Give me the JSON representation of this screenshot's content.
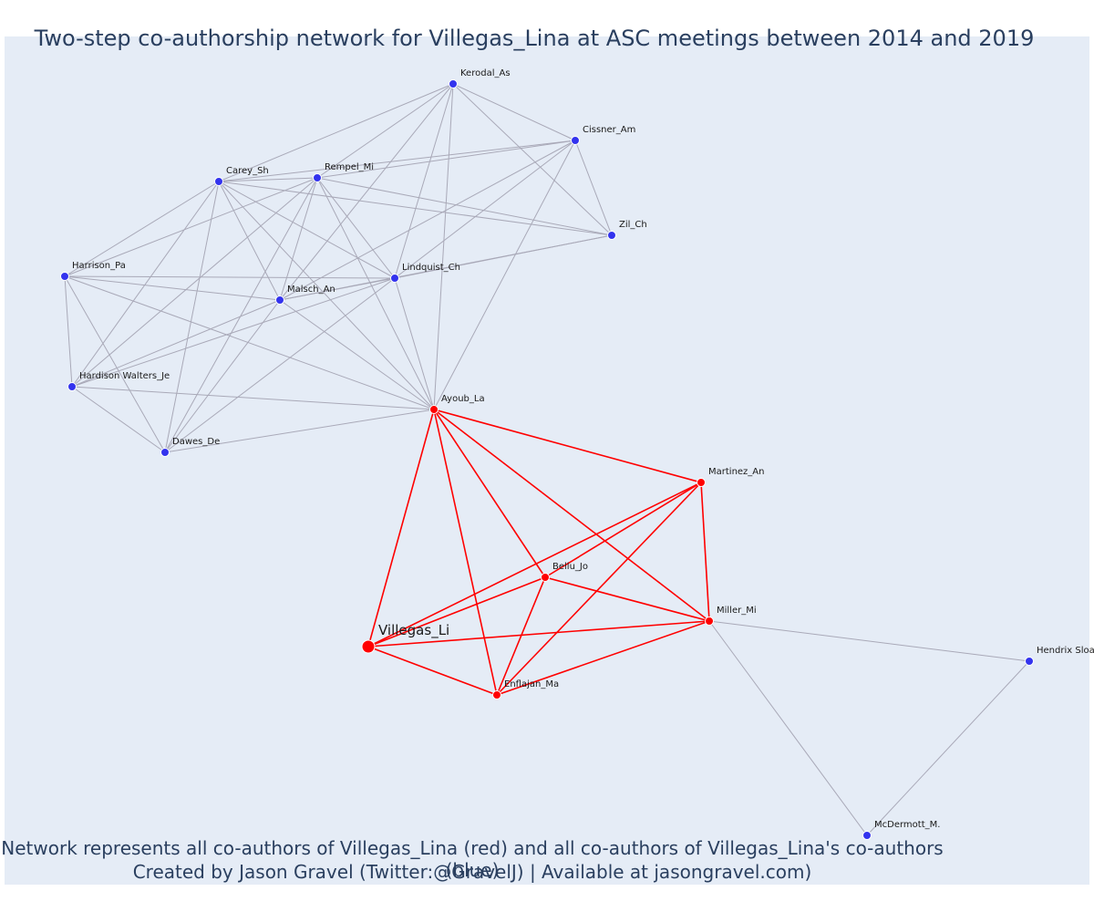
{
  "title": "Two-step co-authorship network for Villegas_Lina at ASC meetings between 2014 and 2019",
  "caption": {
    "line1": "Network represents all co-authors of Villegas_Lina (red) and all co-authors of Villegas_Lina's co-authors (blue)",
    "line2": "Created by Jason Gravel (Twitter:@GravelJ) | Available at jasongravel.com)"
  },
  "colors": {
    "background": "#e5ecf6",
    "red": "#ff0000",
    "blue": "#3333ee",
    "grey_edge": "#a9a9b8",
    "text": "#2a3f5f"
  },
  "nodes": [
    {
      "id": "Villegas_Li",
      "group": "focal"
    },
    {
      "id": "Ayoub_La",
      "group": "red"
    },
    {
      "id": "Martinez_An",
      "group": "red"
    },
    {
      "id": "Bellu_Jo",
      "group": "red"
    },
    {
      "id": "Miller_Mi",
      "group": "red"
    },
    {
      "id": "Enflajan_Ma",
      "group": "red"
    },
    {
      "id": "Kerodal_As",
      "group": "blue"
    },
    {
      "id": "Cissner_Am",
      "group": "blue"
    },
    {
      "id": "Carey_Sh",
      "group": "blue"
    },
    {
      "id": "Rempel_Mi",
      "group": "blue"
    },
    {
      "id": "Zil_Ch",
      "group": "blue"
    },
    {
      "id": "Harrison_Pa",
      "group": "blue"
    },
    {
      "id": "Lindquist_Ch",
      "group": "blue"
    },
    {
      "id": "Malsch_An",
      "group": "blue"
    },
    {
      "id": "Hardison Walters_Je",
      "group": "blue"
    },
    {
      "id": "Dawes_De",
      "group": "blue"
    },
    {
      "id": "Hendrix Sloa",
      "group": "blue"
    },
    {
      "id": "McDermott_M.",
      "group": "blue"
    }
  ],
  "edges_red": [
    [
      "Villegas_Li",
      "Ayoub_La"
    ],
    [
      "Villegas_Li",
      "Martinez_An"
    ],
    [
      "Villegas_Li",
      "Bellu_Jo"
    ],
    [
      "Villegas_Li",
      "Miller_Mi"
    ],
    [
      "Villegas_Li",
      "Enflajan_Ma"
    ],
    [
      "Ayoub_La",
      "Martinez_An"
    ],
    [
      "Ayoub_La",
      "Bellu_Jo"
    ],
    [
      "Ayoub_La",
      "Miller_Mi"
    ],
    [
      "Ayoub_La",
      "Enflajan_Ma"
    ],
    [
      "Martinez_An",
      "Bellu_Jo"
    ],
    [
      "Martinez_An",
      "Miller_Mi"
    ],
    [
      "Martinez_An",
      "Enflajan_Ma"
    ],
    [
      "Bellu_Jo",
      "Miller_Mi"
    ],
    [
      "Bellu_Jo",
      "Enflajan_Ma"
    ],
    [
      "Miller_Mi",
      "Enflajan_Ma"
    ]
  ],
  "edges_grey": [
    [
      "Ayoub_La",
      "Kerodal_As"
    ],
    [
      "Ayoub_La",
      "Cissner_Am"
    ],
    [
      "Ayoub_La",
      "Carey_Sh"
    ],
    [
      "Ayoub_La",
      "Rempel_Mi"
    ],
    [
      "Ayoub_La",
      "Harrison_Pa"
    ],
    [
      "Ayoub_La",
      "Lindquist_Ch"
    ],
    [
      "Ayoub_La",
      "Malsch_An"
    ],
    [
      "Ayoub_La",
      "Hardison Walters_Je"
    ],
    [
      "Ayoub_La",
      "Dawes_De"
    ],
    [
      "Kerodal_As",
      "Cissner_Am"
    ],
    [
      "Kerodal_As",
      "Carey_Sh"
    ],
    [
      "Kerodal_As",
      "Rempel_Mi"
    ],
    [
      "Kerodal_As",
      "Zil_Ch"
    ],
    [
      "Kerodal_As",
      "Lindquist_Ch"
    ],
    [
      "Kerodal_As",
      "Malsch_An"
    ],
    [
      "Cissner_Am",
      "Carey_Sh"
    ],
    [
      "Cissner_Am",
      "Rempel_Mi"
    ],
    [
      "Cissner_Am",
      "Zil_Ch"
    ],
    [
      "Cissner_Am",
      "Lindquist_Ch"
    ],
    [
      "Cissner_Am",
      "Malsch_An"
    ],
    [
      "Carey_Sh",
      "Rempel_Mi"
    ],
    [
      "Carey_Sh",
      "Zil_Ch"
    ],
    [
      "Carey_Sh",
      "Harrison_Pa"
    ],
    [
      "Carey_Sh",
      "Lindquist_Ch"
    ],
    [
      "Carey_Sh",
      "Malsch_An"
    ],
    [
      "Carey_Sh",
      "Hardison Walters_Je"
    ],
    [
      "Carey_Sh",
      "Dawes_De"
    ],
    [
      "Rempel_Mi",
      "Zil_Ch"
    ],
    [
      "Rempel_Mi",
      "Harrison_Pa"
    ],
    [
      "Rempel_Mi",
      "Lindquist_Ch"
    ],
    [
      "Rempel_Mi",
      "Malsch_An"
    ],
    [
      "Rempel_Mi",
      "Hardison Walters_Je"
    ],
    [
      "Rempel_Mi",
      "Dawes_De"
    ],
    [
      "Zil_Ch",
      "Lindquist_Ch"
    ],
    [
      "Zil_Ch",
      "Malsch_An"
    ],
    [
      "Harrison_Pa",
      "Lindquist_Ch"
    ],
    [
      "Harrison_Pa",
      "Malsch_An"
    ],
    [
      "Harrison_Pa",
      "Hardison Walters_Je"
    ],
    [
      "Harrison_Pa",
      "Dawes_De"
    ],
    [
      "Lindquist_Ch",
      "Malsch_An"
    ],
    [
      "Lindquist_Ch",
      "Hardison Walters_Je"
    ],
    [
      "Lindquist_Ch",
      "Dawes_De"
    ],
    [
      "Malsch_An",
      "Hardison Walters_Je"
    ],
    [
      "Malsch_An",
      "Dawes_De"
    ],
    [
      "Hardison Walters_Je",
      "Dawes_De"
    ],
    [
      "Miller_Mi",
      "Hendrix Sloa"
    ],
    [
      "Miller_Mi",
      "McDermott_M."
    ],
    [
      "Hendrix Sloa",
      "McDermott_M."
    ]
  ]
}
